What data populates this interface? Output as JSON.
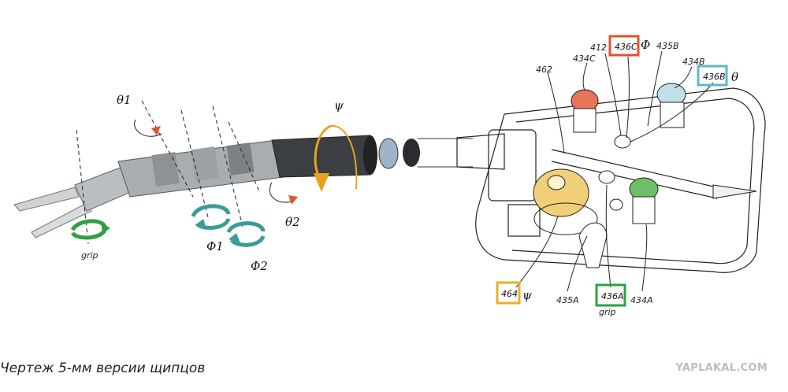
{
  "caption": "Чертеж 5-мм версии щипцов",
  "watermark": "YAPLAKAL.COM",
  "instrument_labels": {
    "theta1": "θ1",
    "phi1": "Φ1",
    "phi2": "Φ2",
    "theta2": "θ2",
    "psi": "ψ",
    "grip": "grip"
  },
  "part_labels": {
    "l462": "462",
    "l412": "412",
    "l434c": "434C",
    "l435b": "435B",
    "l434b": "434B",
    "l435a": "435A",
    "l434a": "434A"
  },
  "boxed_labels": {
    "b436c": {
      "text": "436C",
      "symbol": "Φ",
      "color": "#e0532b"
    },
    "b436b": {
      "text": "436B",
      "symbol": "θ",
      "color": "#5bb8c6"
    },
    "b464": {
      "text": "464",
      "symbol": "ψ",
      "color": "#e6b325"
    },
    "b436a": {
      "text": "436A",
      "symbol": "grip",
      "color": "#2ea043"
    }
  },
  "colors": {
    "red_knob": "#e8745a",
    "blue_knob": "#bfe0ea",
    "yellow_knob": "#f0cf78",
    "green_knob": "#6fbf6a",
    "arrow_green": "#2ea043",
    "arrow_teal": "#3a9c9a",
    "arrow_orange": "#e8a21e",
    "marker_red": "#d9582f"
  }
}
